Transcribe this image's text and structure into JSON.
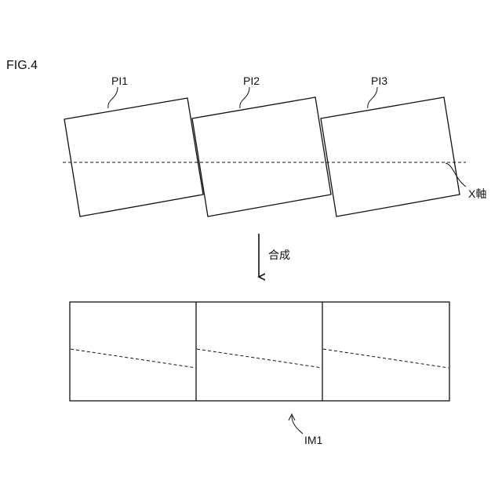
{
  "figure": {
    "label": "FIG.4"
  },
  "panels": [
    {
      "label": "PI1"
    },
    {
      "label": "PI2"
    },
    {
      "label": "PI3"
    }
  ],
  "axis": {
    "label": "X軸"
  },
  "step": {
    "label": "合成"
  },
  "result": {
    "label": "IM1",
    "segments": 3
  },
  "colors": {
    "stroke": "#111111",
    "background": "#ffffff"
  }
}
